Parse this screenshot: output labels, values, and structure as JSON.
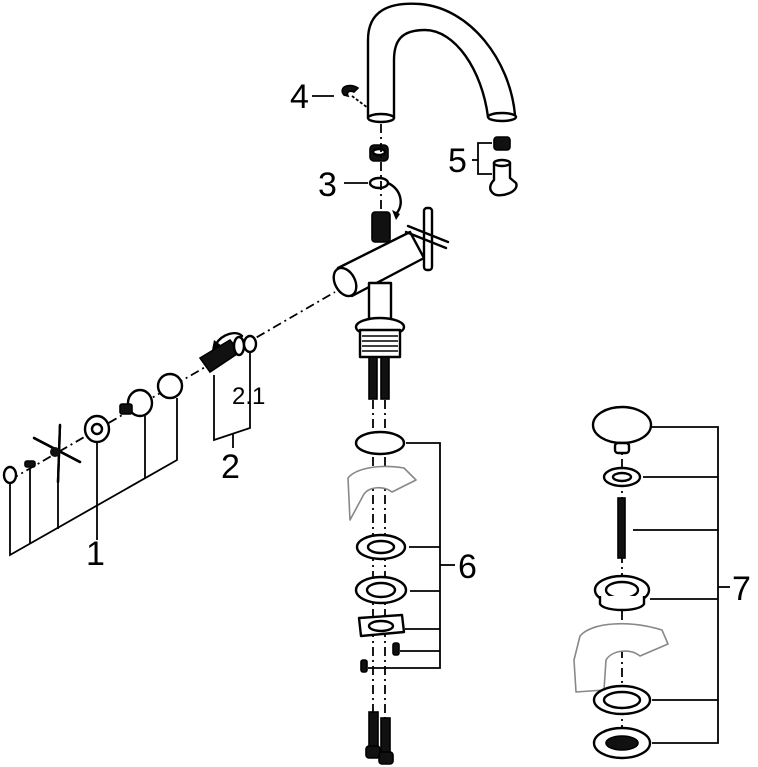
{
  "diagram": {
    "title": "Exploded parts diagram of two-handle basin faucet with pop-up waste",
    "callouts": [
      {
        "id": "1",
        "text": "1",
        "description": "handle and cartridge cover set"
      },
      {
        "id": "2",
        "text": "2",
        "description": "valve headpart"
      },
      {
        "id": "2.1",
        "text": "2.1",
        "description": "O-ring"
      },
      {
        "id": "3",
        "text": "3",
        "description": "spout O-ring / seal"
      },
      {
        "id": "4",
        "text": "4",
        "description": "spout retaining clip"
      },
      {
        "id": "5",
        "text": "5",
        "description": "aerator"
      },
      {
        "id": "6",
        "text": "6",
        "description": "mounting set"
      },
      {
        "id": "7",
        "text": "7",
        "description": "pop-up waste set"
      }
    ],
    "colors": {
      "line": "#000000",
      "background": "#ffffff",
      "countertop": "#888888"
    }
  }
}
